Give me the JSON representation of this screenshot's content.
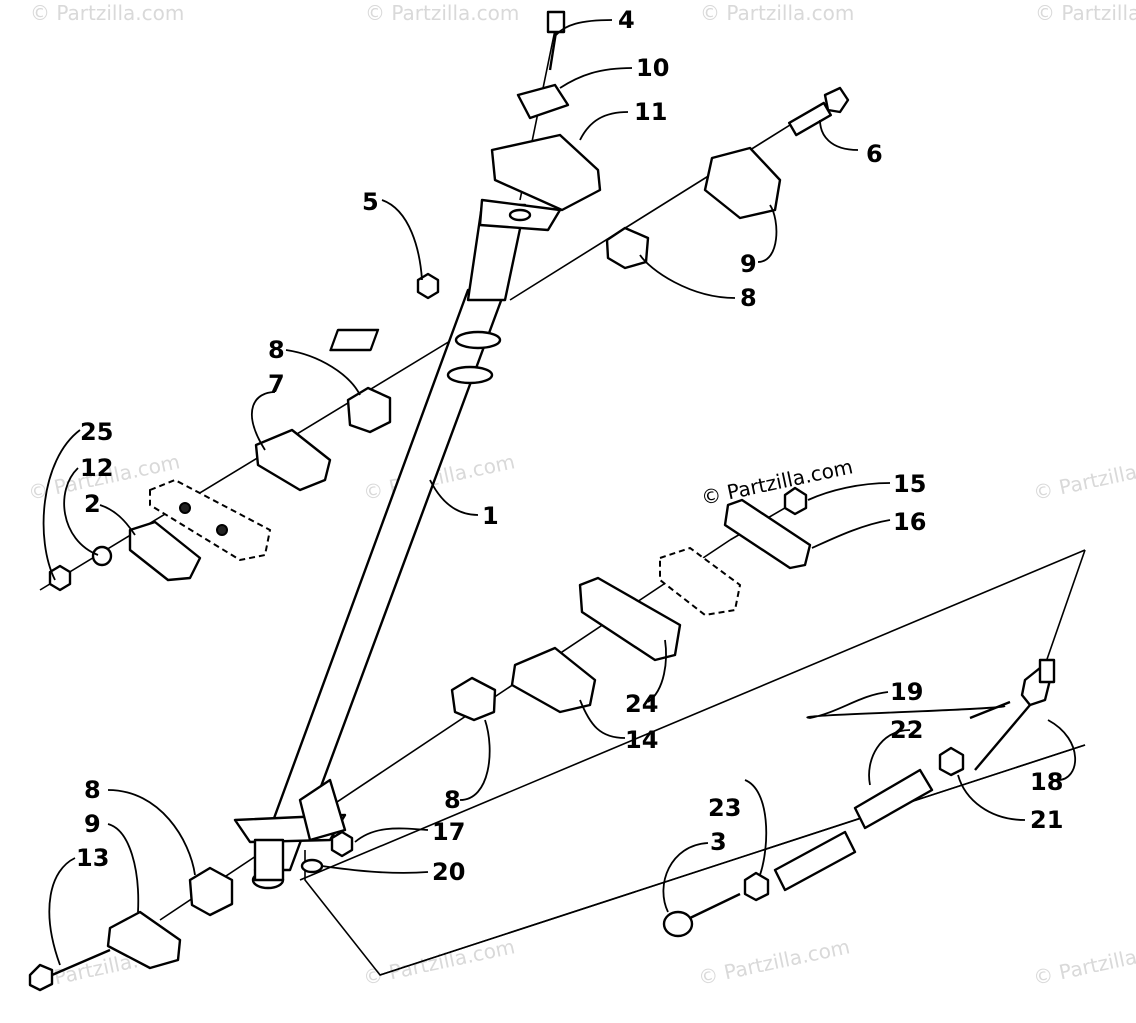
{
  "watermark": {
    "text": "© Partzilla.com"
  },
  "callouts": {
    "c4": "4",
    "c10": "10",
    "c11": "11",
    "c6": "6",
    "c5": "5",
    "c9_top": "9",
    "c8_top": "8",
    "c8_left": "8",
    "c7": "7",
    "c25": "25",
    "c12": "12",
    "c2": "2",
    "c1": "1",
    "c15": "15",
    "c16": "16",
    "c24": "24",
    "c14": "14",
    "c8_mid": "8",
    "c19": "19",
    "c22": "22",
    "c18": "18",
    "c21": "21",
    "c23": "23",
    "c3": "3",
    "c17": "17",
    "c20": "20",
    "c8_bottom": "8",
    "c9_bottom": "9",
    "c13": "13"
  }
}
